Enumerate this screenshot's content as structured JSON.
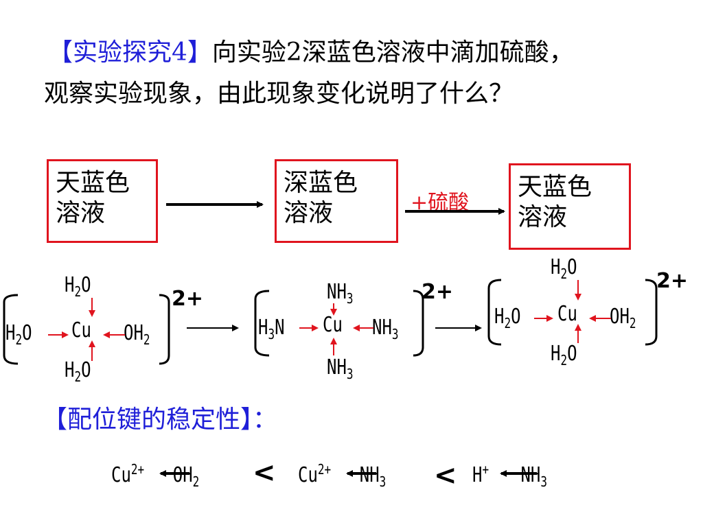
{
  "question": {
    "tag": "【实验探究4】",
    "line1": "向实验2深蓝色溶液中滴加硫酸，",
    "line2": "观察实验现象，由此现象变化说明了什么？"
  },
  "flow": {
    "box1": [
      "天蓝色",
      "溶液"
    ],
    "box2": [
      "深蓝色",
      "溶液"
    ],
    "box3": [
      "天蓝色",
      "溶液"
    ],
    "reagent": "+硫酸"
  },
  "complexes": {
    "c1": {
      "top": "H2O",
      "left": "H2O",
      "center": "Cu",
      "right": "OH2",
      "bottom": "H2O",
      "charge": "2+"
    },
    "c2": {
      "top": "NH3",
      "left": "H3N",
      "center": "Cu",
      "right": "NH3",
      "bottom": "NH3",
      "charge": "2+"
    },
    "c3": {
      "top": "H2O",
      "left": "H2O",
      "center": "Cu",
      "right": "OH2",
      "bottom": "H2O",
      "charge": "2+"
    }
  },
  "stability": {
    "title": "【配位键的稳定性】：",
    "items": [
      {
        "acceptor": "Cu",
        "acceptor_charge": "2+",
        "ligand": "OH2"
      },
      {
        "acceptor": "Cu",
        "acceptor_charge": "2+",
        "ligand": "NH3"
      },
      {
        "acceptor": "H",
        "acceptor_charge": "+",
        "ligand": "NH3"
      }
    ],
    "comparator": "<"
  },
  "colors": {
    "red": "#e0141e",
    "blue": "#1f1fd8",
    "black": "#000000"
  }
}
